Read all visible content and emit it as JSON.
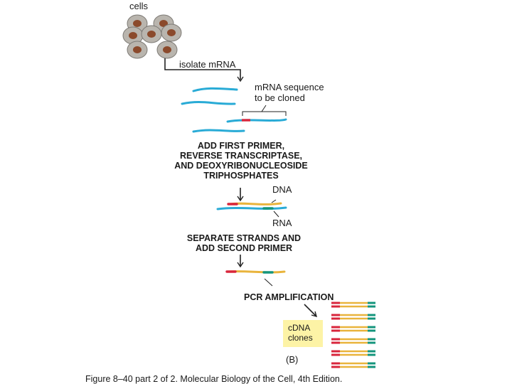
{
  "labels": {
    "cells": "cells",
    "isolate": "isolate mRNA",
    "mrna_sequence": "mRNA sequence\nto be cloned",
    "step1": "ADD FIRST PRIMER,\nREVERSE TRANSCRIPTASE,\nAND DEOXYRIBONUCLEOSIDE\nTRIPHOSPHATES",
    "dna": "DNA",
    "rna": "RNA",
    "step2": "SEPARATE STRANDS AND\nADD SECOND PRIMER",
    "pcr": "PCR AMPLIFICATION",
    "clones": "cDNA\nclones",
    "panel": "(B)"
  },
  "caption": "Figure 8–40 part 2 of 2. Molecular Biology of the Cell, 4th Edition.",
  "colors": {
    "rna": "#29abd6",
    "dna": "#e9b43c",
    "primer1": "#d8263c",
    "primer2": "#14957c",
    "cell_body": "#b0aca6",
    "nucleus": "#8b4a2c",
    "clones_box": "#fdf3a6"
  }
}
